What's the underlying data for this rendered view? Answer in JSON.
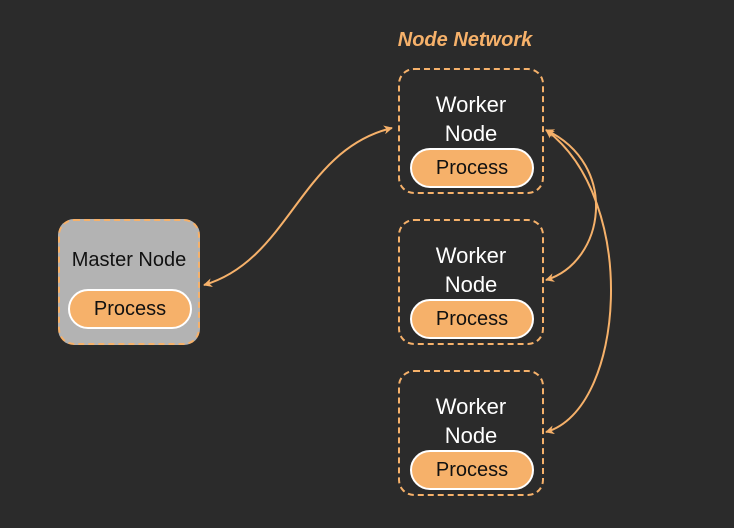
{
  "diagram": {
    "title": "Node Network",
    "master": {
      "label": "Master Node",
      "process_label": "Process"
    },
    "workers": [
      {
        "label_line1": "Worker",
        "label_line2": "Node",
        "process_label": "Process"
      },
      {
        "label_line1": "Worker",
        "label_line2": "Node",
        "process_label": "Process"
      },
      {
        "label_line1": "Worker",
        "label_line2": "Node",
        "process_label": "Process"
      }
    ],
    "colors": {
      "background": "#2b2b2b",
      "accent": "#f6b16a",
      "master_fill": "#b3b3b3",
      "text_light": "#ffffff",
      "text_dark": "#111111"
    },
    "connections": [
      {
        "from": "Master Node",
        "to": "Worker Node 1",
        "direction": "bidirectional"
      },
      {
        "from": "Worker Node 1",
        "to": "Worker Node 2",
        "direction": "bidirectional"
      },
      {
        "from": "Worker Node 1",
        "to": "Worker Node 3",
        "direction": "bidirectional"
      }
    ]
  }
}
